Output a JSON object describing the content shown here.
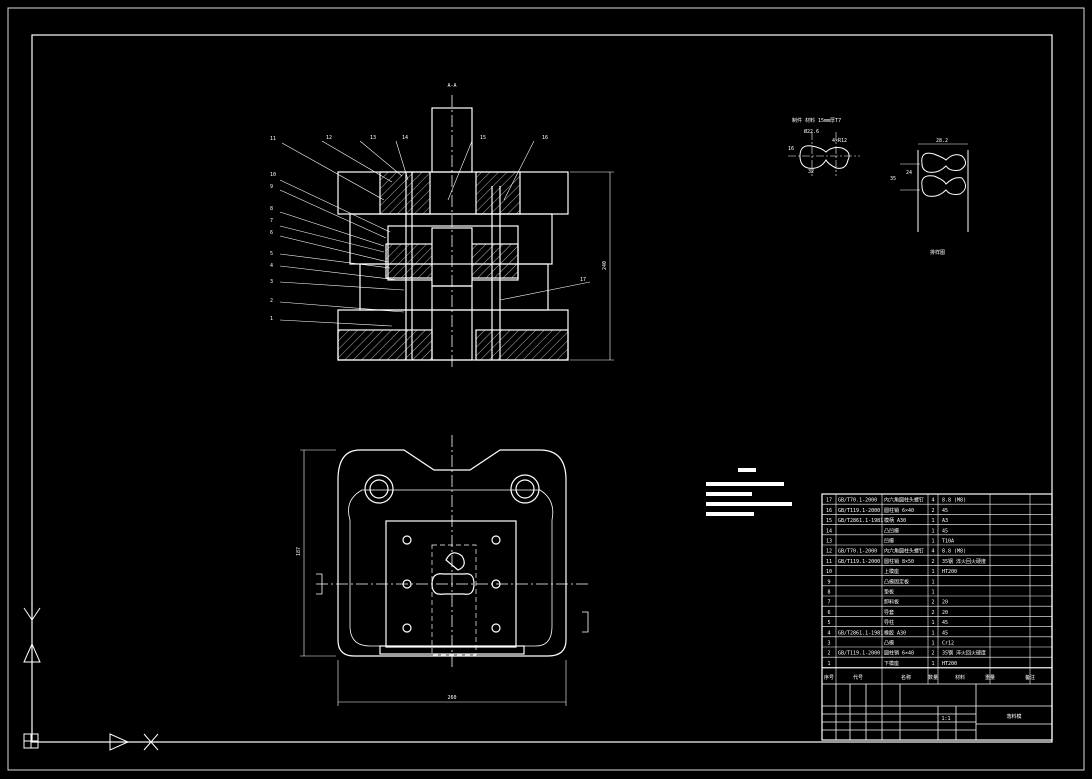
{
  "section": {
    "title": "A-A",
    "callouts": [
      "1",
      "2",
      "3",
      "4",
      "5",
      "6",
      "7",
      "8",
      "9",
      "10",
      "11",
      "12",
      "13",
      "14",
      "15",
      "16",
      "17"
    ],
    "height_dim": "240"
  },
  "plan": {
    "width_dim": "260",
    "depth_dim": "187"
  },
  "part": {
    "title": "制件 材料 15mm厚T7",
    "dim_top": "Ø22.6",
    "dim_r": "4×R12",
    "dim_left": "16",
    "dim_bottom": "32"
  },
  "layout": {
    "dim_top": "28.2",
    "dim_side": "35",
    "dim_inner": "24",
    "label": "排样图"
  },
  "bom": {
    "rows": [
      {
        "no": "17",
        "std": "GB/T70.1-2000",
        "name": "内六角圆柱头螺钉",
        "qty": "4",
        "mat": "8.8 (M8)"
      },
      {
        "no": "16",
        "std": "GB/T119.1-2000",
        "name": "圆柱销 6×40",
        "qty": "2",
        "mat": "45"
      },
      {
        "no": "15",
        "std": "GB/T2861.1-1981",
        "name": "模柄 A30",
        "qty": "1",
        "mat": "A3"
      },
      {
        "no": "14",
        "std": "",
        "name": "凸凹模",
        "qty": "1",
        "mat": "45"
      },
      {
        "no": "13",
        "std": "",
        "name": "凹模",
        "qty": "1",
        "mat": "T10A"
      },
      {
        "no": "12",
        "std": "GB/T70.1-2000",
        "name": "内六角圆柱头螺钉",
        "qty": "4",
        "mat": "8.8 (M8)"
      },
      {
        "no": "11",
        "std": "GB/T119.1-2000",
        "name": "圆柱销 8×50",
        "qty": "2",
        "mat": "35钢 淬火回火硬度"
      },
      {
        "no": "10",
        "std": "",
        "name": "上模座",
        "qty": "1",
        "mat": "HT200"
      },
      {
        "no": "9",
        "std": "",
        "name": "凸模固定板",
        "qty": "1",
        "mat": ""
      },
      {
        "no": "8",
        "std": "",
        "name": "垫板",
        "qty": "1",
        "mat": ""
      },
      {
        "no": "7",
        "std": "",
        "name": "卸料板",
        "qty": "2",
        "mat": "20"
      },
      {
        "no": "6",
        "std": "",
        "name": "导套",
        "qty": "2",
        "mat": "20"
      },
      {
        "no": "5",
        "std": "",
        "name": "导柱",
        "qty": "1",
        "mat": "45"
      },
      {
        "no": "4",
        "std": "GB/T2861.1-1981",
        "name": "橡胶 A30",
        "qty": "1",
        "mat": "45"
      },
      {
        "no": "3",
        "std": "",
        "name": "凸模",
        "qty": "1",
        "mat": "Cr12"
      },
      {
        "no": "2",
        "std": "GB/T119.1-2000",
        "name": "圆柱销 6×40",
        "qty": "2",
        "mat": "35钢 淬火回火硬度"
      },
      {
        "no": "1",
        "std": "",
        "name": "下模座",
        "qty": "1",
        "mat": "HT200"
      }
    ],
    "header": {
      "no": "序号",
      "std": "代号",
      "name": "名称",
      "qty": "数量",
      "mat": "材料",
      "weight": "重量",
      "note": "备注"
    },
    "title_block": {
      "drawing_name": "落料模",
      "scale": "1:1"
    }
  }
}
